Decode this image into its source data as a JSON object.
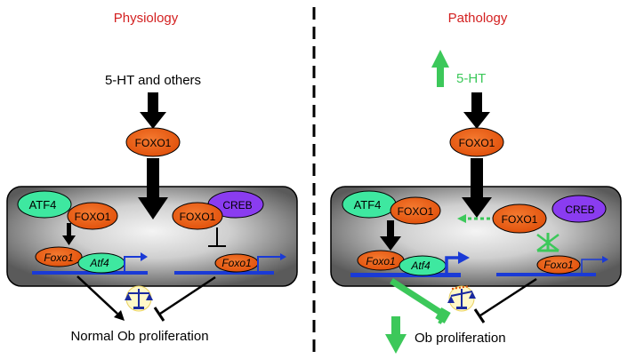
{
  "left": {
    "title": "Physiology",
    "input_label": "5-HT and others",
    "foxo1_top": "FOXO1",
    "cell": {
      "atf4": "ATF4",
      "foxo1_a": "FOXO1",
      "foxo1_b": "FOXO1",
      "creb": "CREB",
      "gene_foxo1_left": "Foxo1",
      "gene_atf4": "Atf4",
      "gene_foxo1_right": "Foxo1"
    },
    "output_label": "Normal Ob proliferation"
  },
  "right": {
    "title": "Pathology",
    "input_label": "5-HT",
    "foxo1_top": "FOXO1",
    "cell": {
      "atf4": "ATF4",
      "foxo1_a": "FOXO1",
      "foxo1_b": "FOXO1",
      "creb": "CREB",
      "gene_foxo1_left": "Foxo1",
      "gene_atf4": "Atf4",
      "gene_foxo1_right": "Foxo1"
    },
    "output_label": "Ob proliferation"
  },
  "colors": {
    "title_red": "#d32020",
    "foxo1_orange": "#e8520e",
    "atf4_green": "#3ee8a0",
    "creb_purple": "#8a3cf0",
    "dna_blue": "#1a3ad6",
    "arrow_green": "#3cc85a",
    "cell_gray": "#6e6e6e"
  }
}
